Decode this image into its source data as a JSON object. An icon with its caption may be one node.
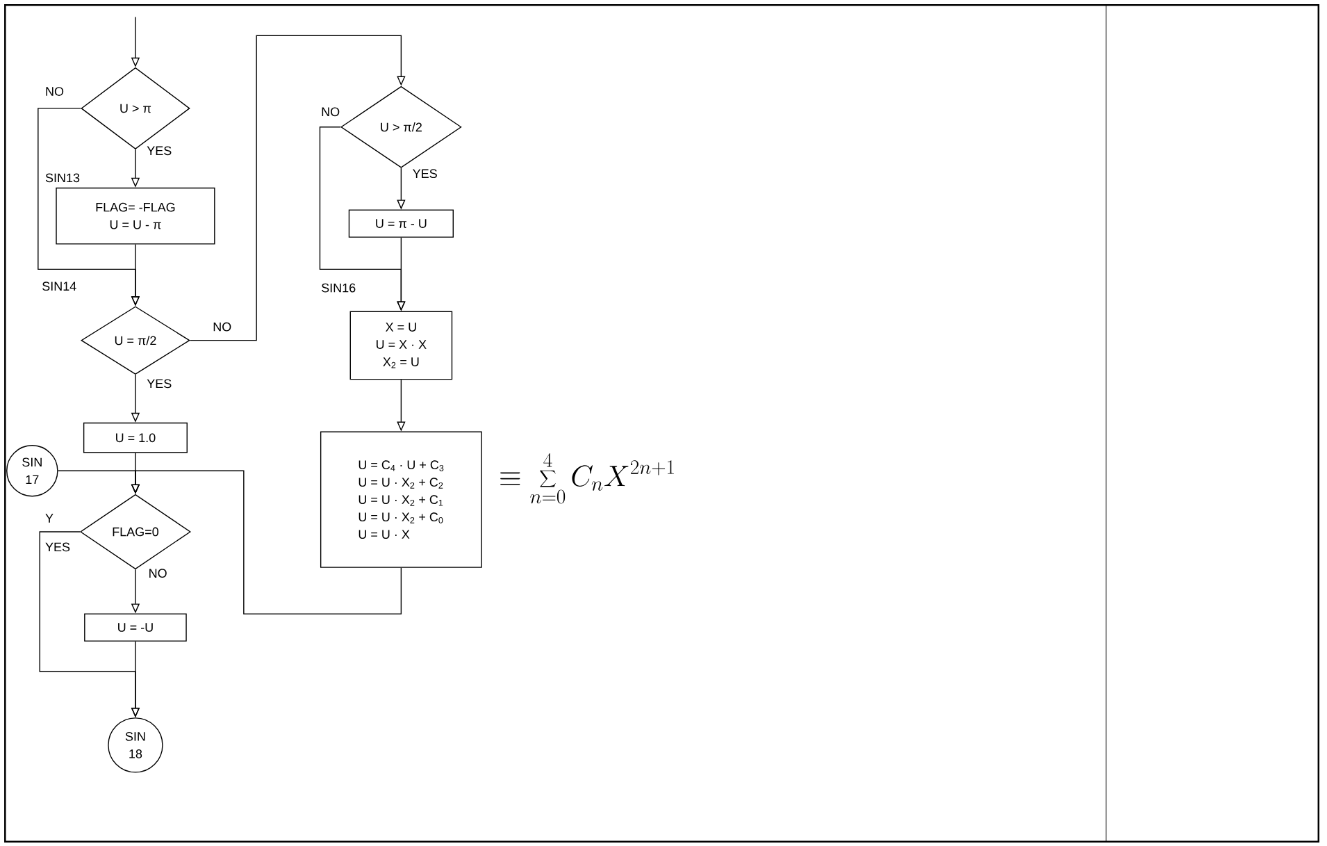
{
  "diagram": {
    "nodes": [
      {
        "text": [
          "U > π"
        ]
      },
      {
        "text": [
          "FLAG= -FLAG",
          "U = U - π"
        ]
      },
      {
        "text": [
          "U = π/2"
        ]
      },
      {
        "text": [
          "U > π/2"
        ]
      },
      {
        "text": [
          "U = π - U"
        ]
      },
      {
        "text": [
          "X = U",
          "U = X · X",
          "X$_{2}$ = U"
        ]
      },
      {
        "text": [
          "U = C$_{4}$ · U + C$_{3}$",
          "U = U · X$_{2}$ + C$_{2}$",
          "U = U · X$_{2}$ + C$_{1}$",
          "U = U · X$_{2}$ + C$_{0}$",
          "U = U · X"
        ],
        "beside": [
          "\\equiv \\sum_{n=0}^{4} C_n X^{2n+1}"
        ]
      },
      {
        "text": [
          "U = 1.0"
        ]
      },
      {
        "text": [
          "SIN 17"
        ]
      },
      {
        "text": [
          "FLAG=0"
        ]
      },
      {
        "text": [
          "U = -U"
        ]
      },
      {
        "text": [
          "SIN 18"
        ]
      }
    ],
    "edges": [
      {
        "from": null,
        "to": 0,
        "arrow": "to"
      },
      {
        "from": 0,
        "to": 1,
        "arrow": "to",
        "label": "YES"
      },
      {
        "from": 0,
        "to": 2,
        "arrow": "to",
        "label": "NO"
      },
      {
        "from": 1,
        "to": 2,
        "arrow": "to"
      },
      {
        "from": 2,
        "to": 3,
        "arrow": "to",
        "label": "NO"
      },
      {
        "from": 2,
        "to": 7,
        "arrow": "to",
        "label": "YES"
      },
      {
        "from": 3,
        "to": 4,
        "arrow": "to",
        "label": "YES"
      },
      {
        "from": 3,
        "to": 5,
        "arrow": "to",
        "label": "NO"
      },
      {
        "from": 4,
        "to": 5,
        "arrow": "to"
      },
      {
        "from": 5,
        "to": 6,
        "arrow": "to"
      },
      {
        "from": 7,
        "to": 9,
        "arrow": "to"
      },
      {
        "from": 8,
        "to": 9,
        "arrow": "to"
      },
      {
        "from": 6,
        "to": 9,
        "arrow": "to"
      },
      {
        "from": 9,
        "to": 10,
        "arrow": "to",
        "label": "NO"
      },
      {
        "from": 9,
        "to": 11,
        "arrow": "to",
        "label": "YES"
      },
      {
        "from": 10,
        "to": 11,
        "arrow": "to"
      }
    ],
    "labels": [
      "SIN13",
      "SIN14",
      "SIN16",
      "Y"
    ]
  }
}
